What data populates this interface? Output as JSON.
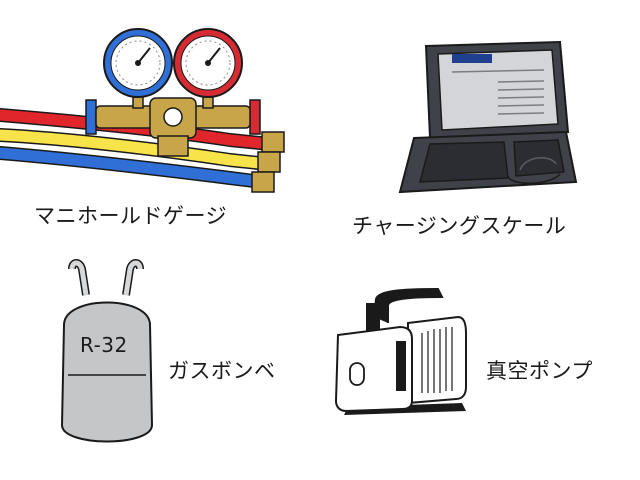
{
  "items": {
    "manifold_gauge": {
      "label": "マニホールドゲージ",
      "hose_colors": [
        "#e0262a",
        "#f7e34a",
        "#2f6fd6"
      ],
      "low_gauge_color": "#2f6fd6",
      "high_gauge_color": "#d62b33",
      "brass_color": "#c9a54a"
    },
    "charging_scale": {
      "label": "チャージングスケール",
      "body_color": "#3f4249",
      "screen_header_color": "#1f3f8f"
    },
    "gas_cylinder": {
      "label": "ガスボンベ",
      "refrigerant": "R-32",
      "body_color": "#c4c6c8"
    },
    "vacuum_pump": {
      "label": "真空ポンプ",
      "body_color": "#ffffff",
      "frame_color": "#1a1a1a",
      "indicator": "0"
    }
  }
}
